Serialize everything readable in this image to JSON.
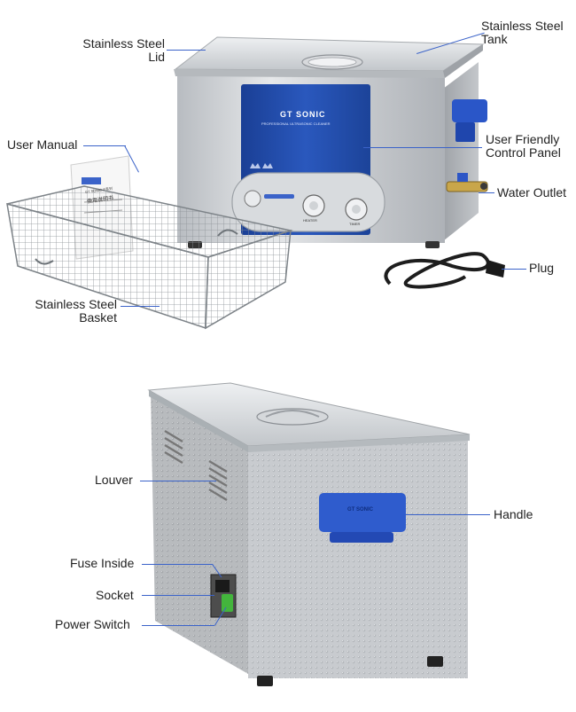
{
  "top_labels": {
    "lid": [
      "Stainless Steel",
      "Lid"
    ],
    "tank": [
      "Stainless Steel",
      "Tank"
    ],
    "manual": "User Manual",
    "panel": [
      "User Friendly",
      "Control Panel"
    ],
    "outlet": "Water Outlet",
    "plug": "Plug",
    "basket": [
      "Stainless Steel",
      "Basket"
    ]
  },
  "bottom_labels": {
    "louver": "Louver",
    "handle": "Handle",
    "fuse": "Fuse Inside",
    "socket": "Socket",
    "switch": "Power Switch"
  },
  "panel_brand": "GT SONIC",
  "panel_subtitle": "PROFESSIONAL ULTRASONIC CLEANER",
  "handle_brand": "GT SONIC",
  "knob_labels": [
    "HEATER",
    "TIMER"
  ],
  "manual_doc": {
    "title": "使用说明书",
    "model": "GT SONIC-P系列"
  },
  "colors": {
    "accent_blue": "#2f55c0",
    "panel_blue": "#1f4aa8",
    "steel": "#c9ccd0",
    "leader": "#3b63c9"
  }
}
